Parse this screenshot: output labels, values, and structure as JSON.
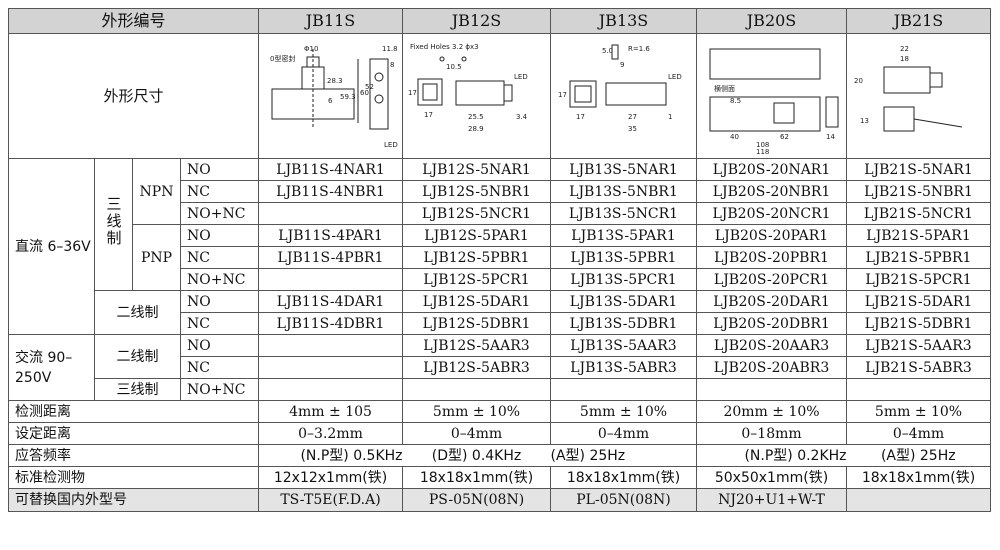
{
  "header": {
    "corner": "外形编号",
    "models": [
      "JB11S",
      "JB12S",
      "JB13S",
      "JB20S",
      "JB21S"
    ]
  },
  "shape_row": {
    "label": "外形尺寸",
    "drawings": {
      "jb11s": {
        "dim1": "Φ10",
        "dim2": "0型密封",
        "dim3": "28.3",
        "dim4": "6",
        "dim5": "59.3",
        "dim6": "60",
        "dim7": "52",
        "dim8": "11.8",
        "dim9": "8",
        "led": "LED"
      },
      "jb12s": {
        "holes": "Fixed Holes 3.2 ϕx3",
        "dim1": "10.5",
        "dim2": "17",
        "dim3": "17",
        "dim4": "25.5",
        "dim5": "28.9",
        "dim6": "3.4",
        "led": "LED"
      },
      "jb13s": {
        "dim1": "5.0",
        "dim2": "R=1.6",
        "dim3": "9",
        "dim4": "17",
        "dim5": "17",
        "dim6": "27",
        "dim7": "35",
        "dim8": "1",
        "led": "LED"
      },
      "jb20s": {
        "label": "横侧面",
        "dim1": "8.5",
        "dim2": "40",
        "dim3": "62",
        "dim4": "108",
        "dim5": "118",
        "dim6": "14"
      },
      "jb21s": {
        "dim1": "22",
        "dim2": "18",
        "dim3": "20",
        "dim4": "13"
      }
    }
  },
  "dc": {
    "label": "直流 6–36V",
    "three_wire": "三线制",
    "npn": "NPN",
    "pnp": "PNP",
    "two_wire": "二线制",
    "npn_rows": [
      {
        "type": "NO",
        "values": [
          "LJB11S-4NAR1",
          "LJB12S-5NAR1",
          "LJB13S-5NAR1",
          "LJB20S-20NAR1",
          "LJB21S-5NAR1"
        ]
      },
      {
        "type": "NC",
        "values": [
          "LJB11S-4NBR1",
          "LJB12S-5NBR1",
          "LJB13S-5NBR1",
          "LJB20S-20NBR1",
          "LJB21S-5NBR1"
        ]
      },
      {
        "type": "NO+NC",
        "values": [
          "",
          "LJB12S-5NCR1",
          "LJB13S-5NCR1",
          "LJB20S-20NCR1",
          "LJB21S-5NCR1"
        ]
      }
    ],
    "pnp_rows": [
      {
        "type": "NO",
        "values": [
          "LJB11S-4PAR1",
          "LJB12S-5PAR1",
          "LJB13S-5PAR1",
          "LJB20S-20PAR1",
          "LJB21S-5PAR1"
        ]
      },
      {
        "type": "NC",
        "values": [
          "LJB11S-4PBR1",
          "LJB12S-5PBR1",
          "LJB13S-5PBR1",
          "LJB20S-20PBR1",
          "LJB21S-5PBR1"
        ]
      },
      {
        "type": "NO+NC",
        "values": [
          "",
          "LJB12S-5PCR1",
          "LJB13S-5PCR1",
          "LJB20S-20PCR1",
          "LJB21S-5PCR1"
        ]
      }
    ],
    "two_rows": [
      {
        "type": "NO",
        "values": [
          "LJB11S-4DAR1",
          "LJB12S-5DAR1",
          "LJB13S-5DAR1",
          "LJB20S-20DAR1",
          "LJB21S-5DAR1"
        ]
      },
      {
        "type": "NC",
        "values": [
          "LJB11S-4DBR1",
          "LJB12S-5DBR1",
          "LJB13S-5DBR1",
          "LJB20S-20DBR1",
          "LJB21S-5DBR1"
        ]
      }
    ]
  },
  "ac": {
    "label": "交流 90–250V",
    "two_wire": "二线制",
    "three_wire": "三线制",
    "two_rows": [
      {
        "type": "NO",
        "values": [
          "",
          "LJB12S-5AAR3",
          "LJB13S-5AAR3",
          "LJB20S-20AAR3",
          "LJB21S-5AAR3"
        ]
      },
      {
        "type": "NC",
        "values": [
          "",
          "LJB12S-5ABR3",
          "LJB13S-5ABR3",
          "LJB20S-20ABR3",
          "LJB21S-5ABR3"
        ]
      }
    ],
    "three_row": {
      "type": "NO+NC",
      "values": [
        "",
        "",
        "",
        "",
        ""
      ]
    }
  },
  "specs": {
    "distance": {
      "label": "检测距离",
      "values": [
        "4mm ± 105",
        "5mm ± 10%",
        "5mm ± 10%",
        "20mm ± 10%",
        "5mm ± 10%"
      ]
    },
    "setting": {
      "label": "设定距离",
      "values": [
        "0–3.2mm",
        "0–4mm",
        "0–4mm",
        "0–18mm",
        "0–4mm"
      ]
    },
    "frequency": {
      "label": "应答频率",
      "np": "(N.P型) 0.5KHz",
      "d": "(D型) 0.4KHz",
      "a": "(A型) 25Hz",
      "np2": "(N.P型) 0.2KHz",
      "a2": "(A型) 25Hz"
    },
    "target": {
      "label": "标准检测物",
      "values": [
        "12x12x1mm(铁)",
        "18x18x1mm(铁)",
        "18x18x1mm(铁)",
        "50x50x1mm(铁)",
        "18x18x1mm(铁)"
      ]
    },
    "replace": {
      "label": "可替换国内外型号",
      "values": [
        "TS-T5E(F.D.A)",
        "PS-05N(08N)",
        "PL-05N(08N)",
        "NJ20+U1+W-T",
        ""
      ]
    }
  }
}
